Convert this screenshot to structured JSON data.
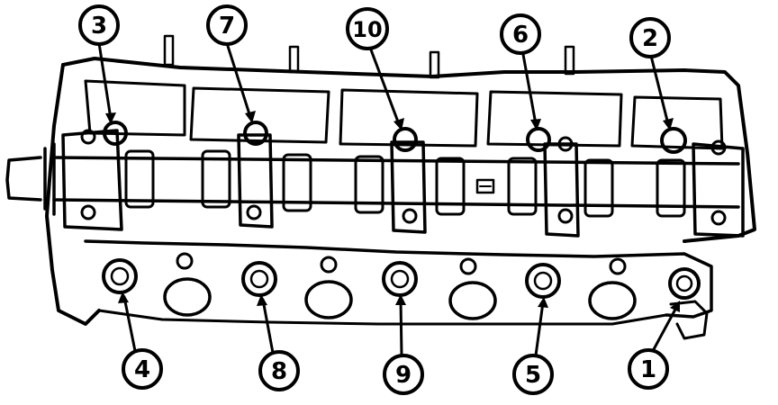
{
  "callouts": [
    {
      "id": "c3",
      "label": "3"
    },
    {
      "id": "c7",
      "label": "7"
    },
    {
      "id": "c10",
      "label": "10"
    },
    {
      "id": "c6",
      "label": "6"
    },
    {
      "id": "c2",
      "label": "2"
    },
    {
      "id": "c4",
      "label": "4"
    },
    {
      "id": "c8",
      "label": "8"
    },
    {
      "id": "c9",
      "label": "9"
    },
    {
      "id": "c5",
      "label": "5"
    },
    {
      "id": "c1",
      "label": "1"
    }
  ],
  "colors": {
    "ink": "#000000",
    "paper": "#ffffff"
  }
}
